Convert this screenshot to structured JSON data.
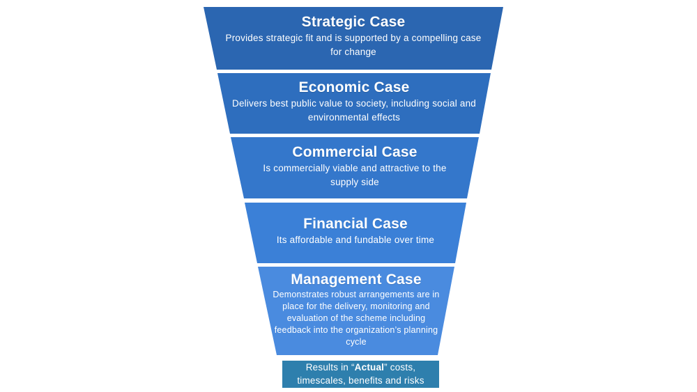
{
  "page": {
    "background_color": "#ffffff",
    "text_color": "#ffffff"
  },
  "funnel": {
    "segments": [
      {
        "id": "strategic",
        "title": "Strategic Case",
        "body": "Provides strategic fit and is supported by a compelling case for change",
        "color": "#2b66b1"
      },
      {
        "id": "economic",
        "title": "Economic Case",
        "body": "Delivers best public value to society, including social and environmental effects",
        "color": "#2e6ebe"
      },
      {
        "id": "commercial",
        "title": "Commercial Case",
        "body": "Is commercially viable and attractive to the supply side",
        "color": "#3477cb"
      },
      {
        "id": "financial",
        "title": "Financial Case",
        "body": "Its affordable and fundable over time",
        "color": "#3b80d7"
      },
      {
        "id": "management",
        "title": "Management Case",
        "body": "Demonstrates robust arrangements are in place for the delivery, monitoring and evaluation of the scheme including feedback into the organization’s planning cycle",
        "color": "#4a8bdf"
      }
    ],
    "result_box": {
      "color": "#2e7fad",
      "line1_prefix": "Results in “",
      "bold_word": "Actual",
      "line1_suffix": "” costs,",
      "line2": "timescales, benefits and risks"
    }
  }
}
